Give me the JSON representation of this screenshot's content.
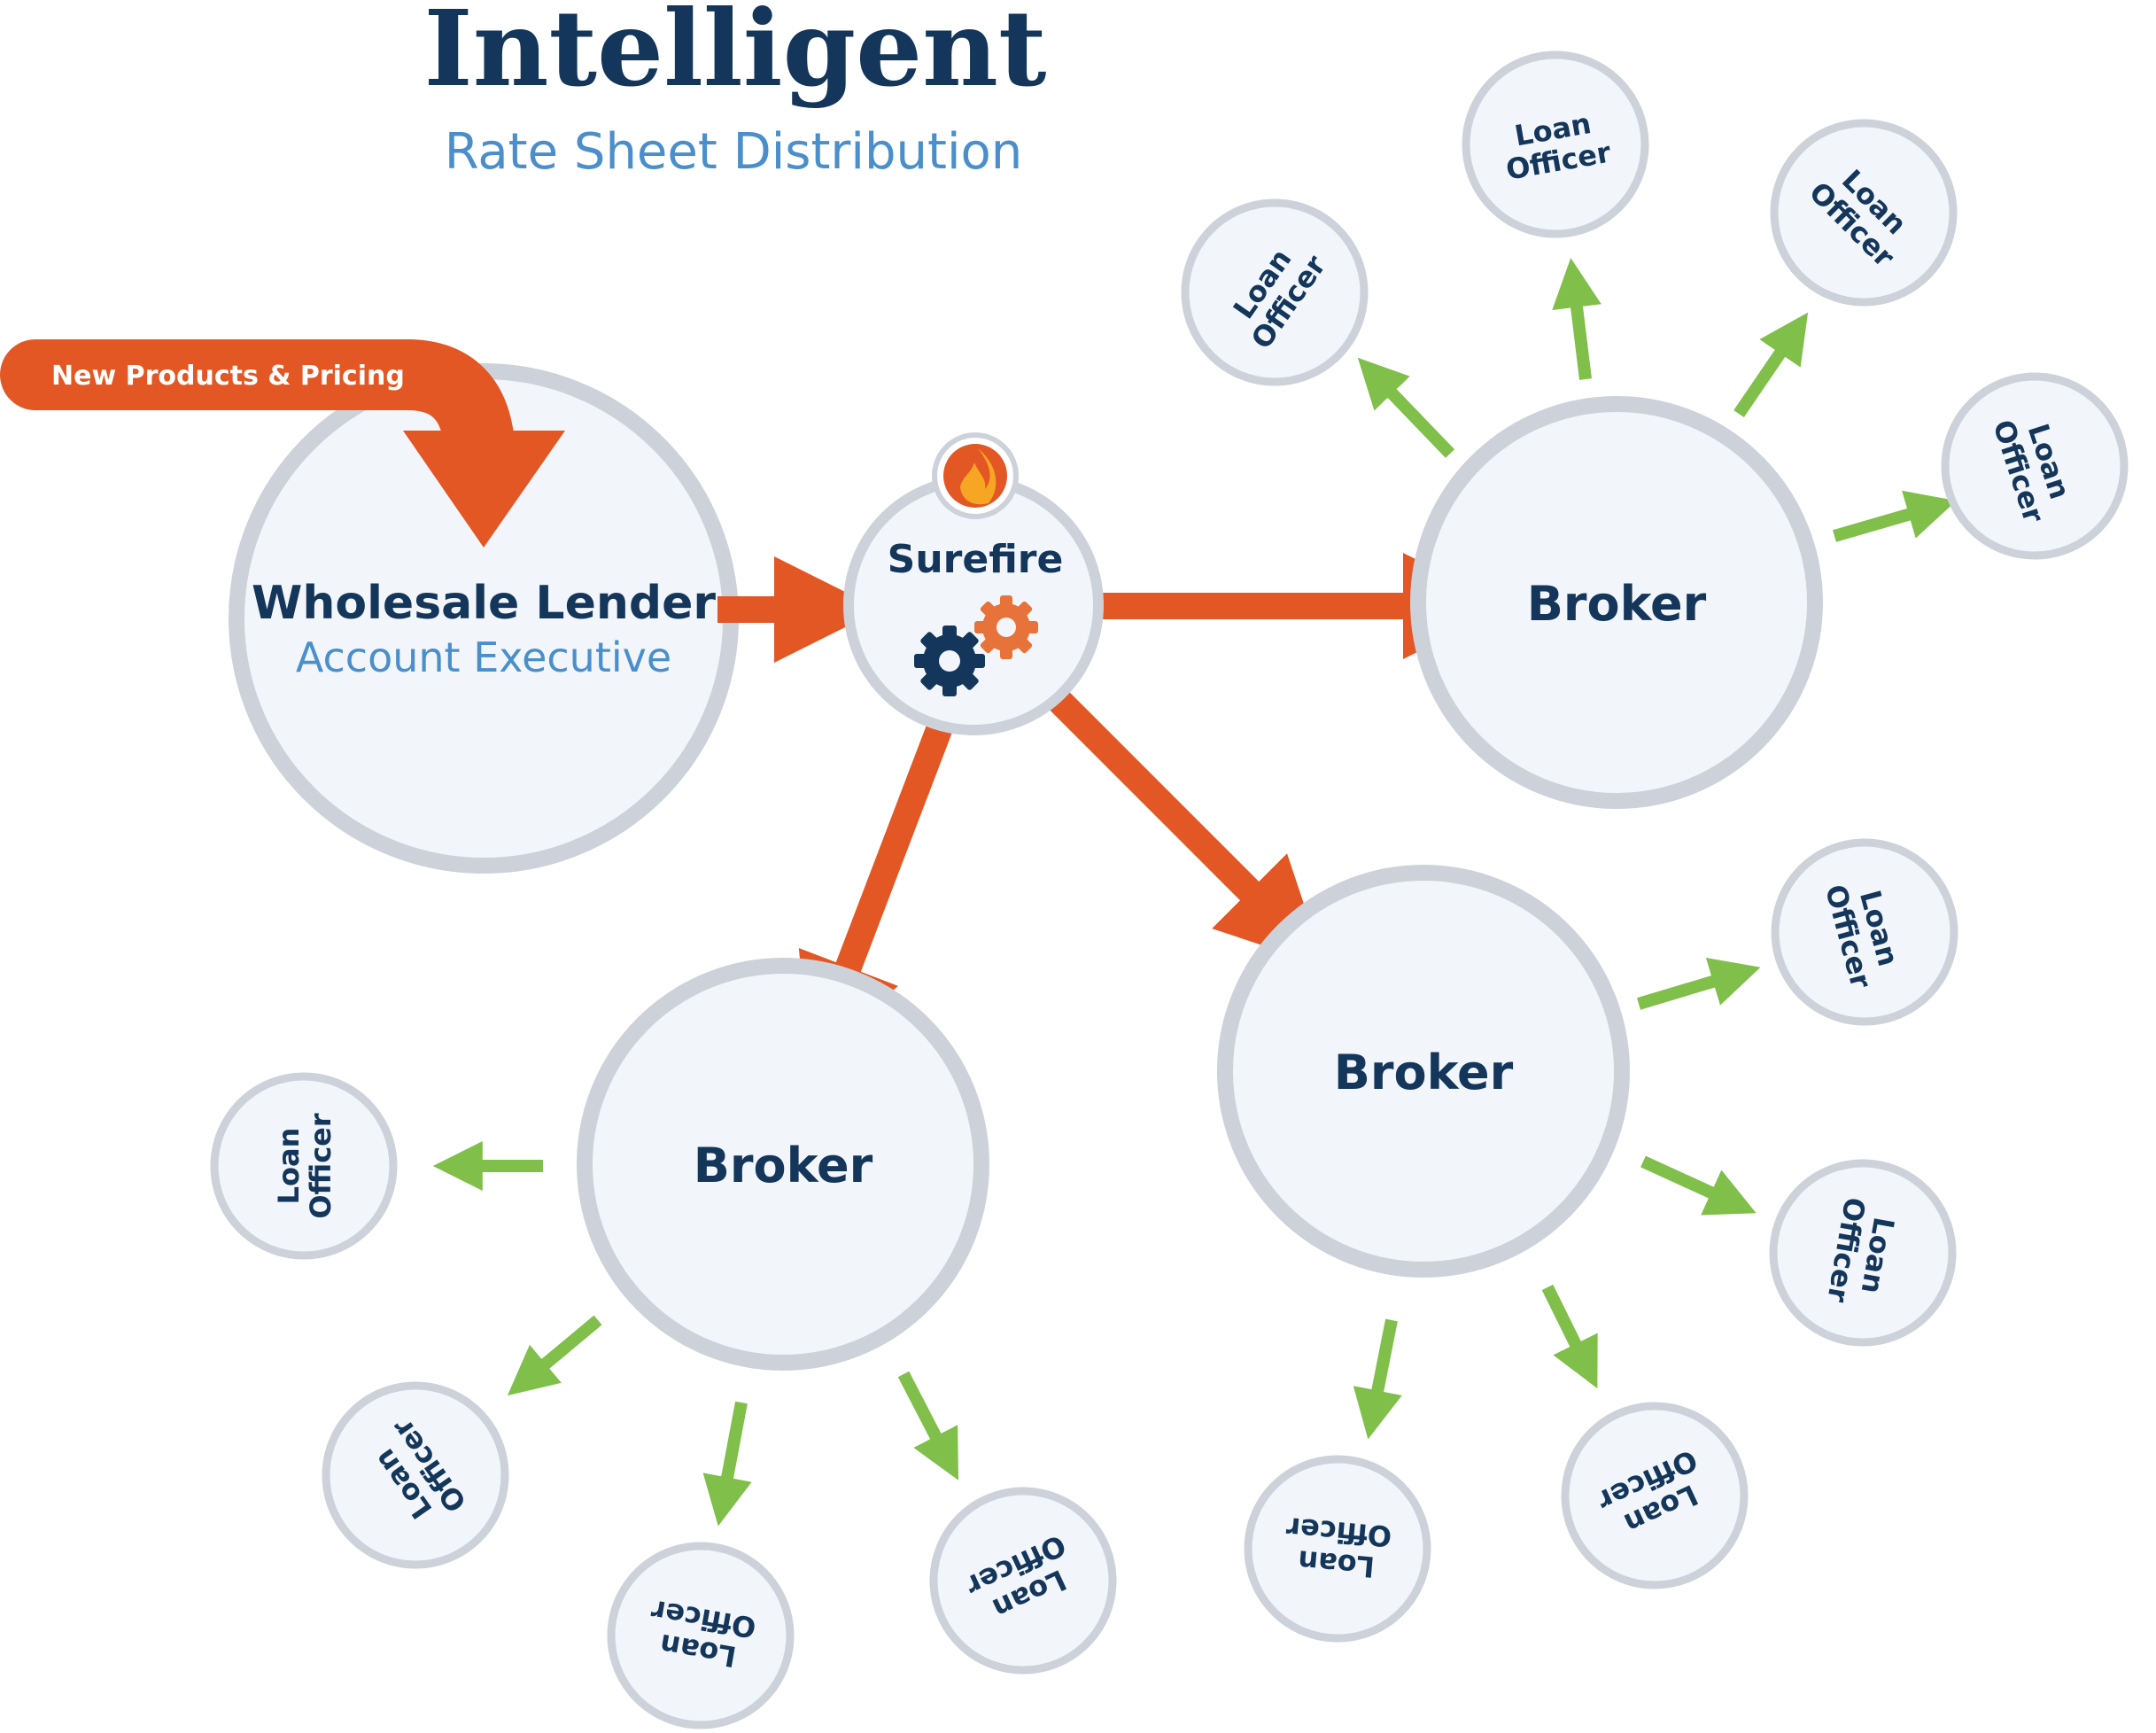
{
  "header": {
    "title": "Intelligent",
    "subtitle": "Rate Sheet Distribution"
  },
  "input_banner": "New Products & Pricing",
  "lender": {
    "title": "Wholesale Lender",
    "subtitle": "Account Executive"
  },
  "hub": {
    "label": "Surefire",
    "logo_icon": "flame-icon",
    "gear_icons": [
      "gear-icon",
      "gear-icon"
    ]
  },
  "brokers": [
    {
      "label": "Broker",
      "loan_officers": [
        {
          "line1": "Loan",
          "line2": "Officer"
        },
        {
          "line1": "Loan",
          "line2": "Officer"
        },
        {
          "line1": "Loan",
          "line2": "Officer"
        },
        {
          "line1": "Loan",
          "line2": "Officer"
        }
      ]
    },
    {
      "label": "Broker",
      "loan_officers": [
        {
          "line1": "Loan",
          "line2": "Officer"
        },
        {
          "line1": "Loan",
          "line2": "Officer"
        },
        {
          "line1": "Loan",
          "line2": "Officer"
        },
        {
          "line1": "Loan",
          "line2": "Officer"
        }
      ]
    },
    {
      "label": "Broker",
      "loan_officers": [
        {
          "line1": "Loan",
          "line2": "Officer"
        },
        {
          "line1": "Loan",
          "line2": "Officer"
        },
        {
          "line1": "Loan",
          "line2": "Officer"
        },
        {
          "line1": "Loan",
          "line2": "Officer"
        }
      ]
    }
  ],
  "colors": {
    "navy": "#14365a",
    "light_blue": "#4a8fcb",
    "orange": "#e35724",
    "green": "#80bf4a",
    "circle_fill": "#f2f6fb",
    "circle_ring": "#cdd1da"
  }
}
